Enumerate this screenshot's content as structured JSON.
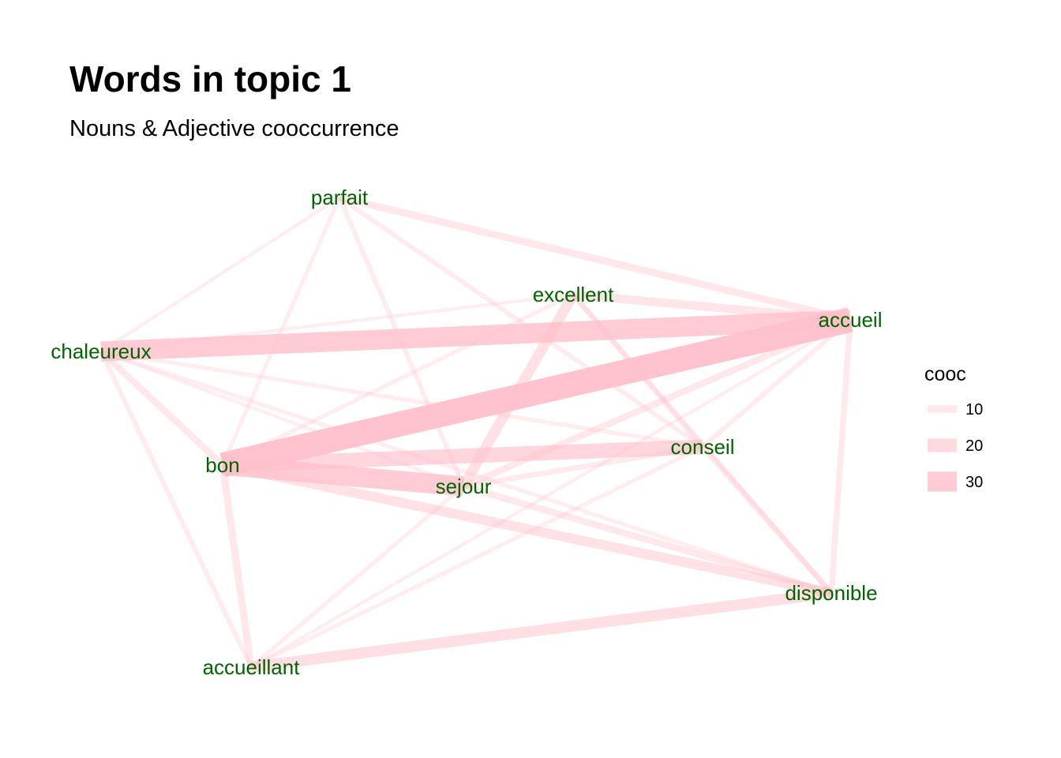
{
  "chart_data": {
    "type": "network",
    "title": "Words in topic 1",
    "subtitle": "Nouns & Adjective cooccurrence",
    "edge_color": "#ffc0cb",
    "label_color": "#006400",
    "nodes": [
      {
        "id": "parfait",
        "label": "parfait"
      },
      {
        "id": "excellent",
        "label": "excellent"
      },
      {
        "id": "accueil",
        "label": "accueil"
      },
      {
        "id": "chaleureux",
        "label": "chaleureux"
      },
      {
        "id": "bon",
        "label": "bon"
      },
      {
        "id": "conseil",
        "label": "conseil"
      },
      {
        "id": "sejour",
        "label": "sejour"
      },
      {
        "id": "disponible",
        "label": "disponible"
      },
      {
        "id": "accueillant",
        "label": "accueillant"
      }
    ],
    "edges": [
      {
        "from": "chaleureux",
        "to": "accueil",
        "cooc": 30
      },
      {
        "from": "bon",
        "to": "accueil",
        "cooc": 38
      },
      {
        "from": "bon",
        "to": "sejour",
        "cooc": 30
      },
      {
        "from": "bon",
        "to": "conseil",
        "cooc": 22
      },
      {
        "from": "excellent",
        "to": "sejour",
        "cooc": 15
      },
      {
        "from": "excellent",
        "to": "accueil",
        "cooc": 12
      },
      {
        "from": "accueillant",
        "to": "disponible",
        "cooc": 16
      },
      {
        "from": "bon",
        "to": "disponible",
        "cooc": 14
      },
      {
        "from": "parfait",
        "to": "accueil",
        "cooc": 10
      },
      {
        "from": "bon",
        "to": "accueillant",
        "cooc": 10
      },
      {
        "from": "sejour",
        "to": "accueil",
        "cooc": 9
      },
      {
        "from": "sejour",
        "to": "disponible",
        "cooc": 9
      },
      {
        "from": "chaleureux",
        "to": "bon",
        "cooc": 9
      },
      {
        "from": "accueil",
        "to": "disponible",
        "cooc": 8
      },
      {
        "from": "conseil",
        "to": "disponible",
        "cooc": 8
      },
      {
        "from": "parfait",
        "to": "sejour",
        "cooc": 6
      },
      {
        "from": "parfait",
        "to": "conseil",
        "cooc": 6
      },
      {
        "from": "sejour",
        "to": "conseil",
        "cooc": 7
      },
      {
        "from": "excellent",
        "to": "conseil",
        "cooc": 7
      },
      {
        "from": "chaleureux",
        "to": "accueillant",
        "cooc": 6
      },
      {
        "from": "conseil",
        "to": "accueil",
        "cooc": 6
      },
      {
        "from": "chaleureux",
        "to": "disponible",
        "cooc": 5
      },
      {
        "from": "accueillant",
        "to": "conseil",
        "cooc": 5
      },
      {
        "from": "chaleureux",
        "to": "conseil",
        "cooc": 5
      },
      {
        "from": "excellent",
        "to": "disponible",
        "cooc": 6
      },
      {
        "from": "accueillant",
        "to": "sejour",
        "cooc": 5
      },
      {
        "from": "accueillant",
        "to": "accueil",
        "cooc": 4
      },
      {
        "from": "parfait",
        "to": "bon",
        "cooc": 5
      },
      {
        "from": "bon",
        "to": "excellent",
        "cooc": 5
      },
      {
        "from": "parfait",
        "to": "chaleureux",
        "cooc": 4
      },
      {
        "from": "chaleureux",
        "to": "excellent",
        "cooc": 4
      },
      {
        "from": "chaleureux",
        "to": "sejour",
        "cooc": 4
      }
    ],
    "legend": {
      "title": "cooc",
      "placement": "right",
      "entries": [
        {
          "label": "10",
          "value": 10
        },
        {
          "label": "20",
          "value": 20
        },
        {
          "label": "30",
          "value": 30
        }
      ]
    }
  }
}
